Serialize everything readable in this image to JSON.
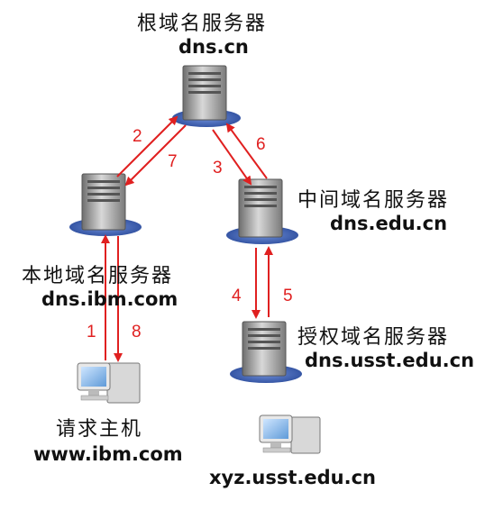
{
  "nodes": {
    "root": {
      "name": "根域名服务器",
      "host": "dns.cn"
    },
    "local": {
      "name": "本地域名服务器",
      "host": "dns.ibm.com"
    },
    "mid": {
      "name": "中间域名服务器",
      "host": "dns.edu.cn"
    },
    "auth": {
      "name": "授权域名服务器",
      "host": "dns.usst.edu.cn"
    },
    "client": {
      "name": "请求主机",
      "host": "www.ibm.com"
    },
    "target": {
      "host": "xyz.usst.edu.cn"
    }
  },
  "steps": [
    "1",
    "2",
    "3",
    "4",
    "5",
    "6",
    "7",
    "8"
  ],
  "colors": {
    "arrow": "#e02020",
    "ellipse": "#3a5fb0",
    "server": "#9a9a9a",
    "monitor": "#7fb0e0"
  }
}
